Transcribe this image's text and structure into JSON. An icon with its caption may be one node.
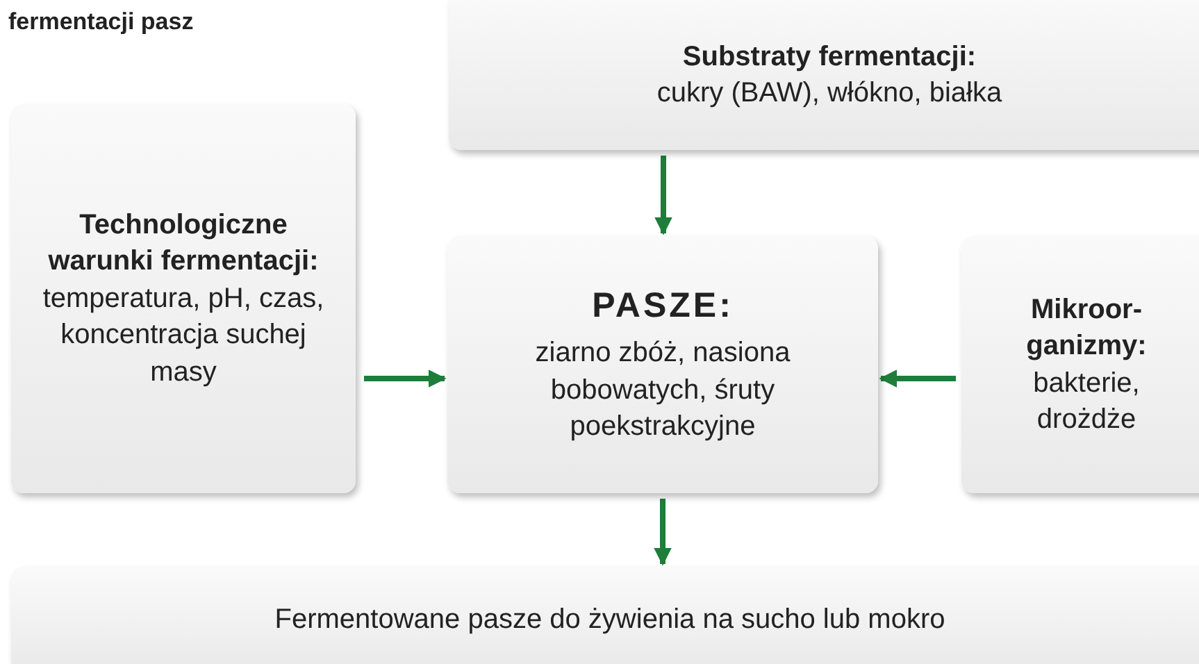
{
  "diagram": {
    "title": "fermentacji pasz",
    "nodes": [
      {
        "text": [
          "Substraty fermentacji:",
          "cukry (BAW), włókno, białka"
        ]
      },
      {
        "text": [
          "Technologiczne warunki fermentacji:",
          "temperatura, pH, czas, koncentracja suchej masy"
        ]
      },
      {
        "text": [
          "PASZE:",
          "ziarno zbóż, nasiona bobowatych, śruty poekstrakcyjne"
        ]
      },
      {
        "text": [
          "Mikroor- ganizmy:",
          "bakterie, drożdże"
        ]
      },
      {
        "text": [
          "Fermentowane pasze do żywienia na sucho lub mokro"
        ]
      }
    ],
    "edges": [
      {
        "from": 0,
        "to": 2,
        "arrow": "to"
      },
      {
        "from": 1,
        "to": 2,
        "arrow": "to"
      },
      {
        "from": 3,
        "to": 2,
        "arrow": "to"
      },
      {
        "from": 2,
        "to": 4,
        "arrow": "to"
      }
    ]
  }
}
